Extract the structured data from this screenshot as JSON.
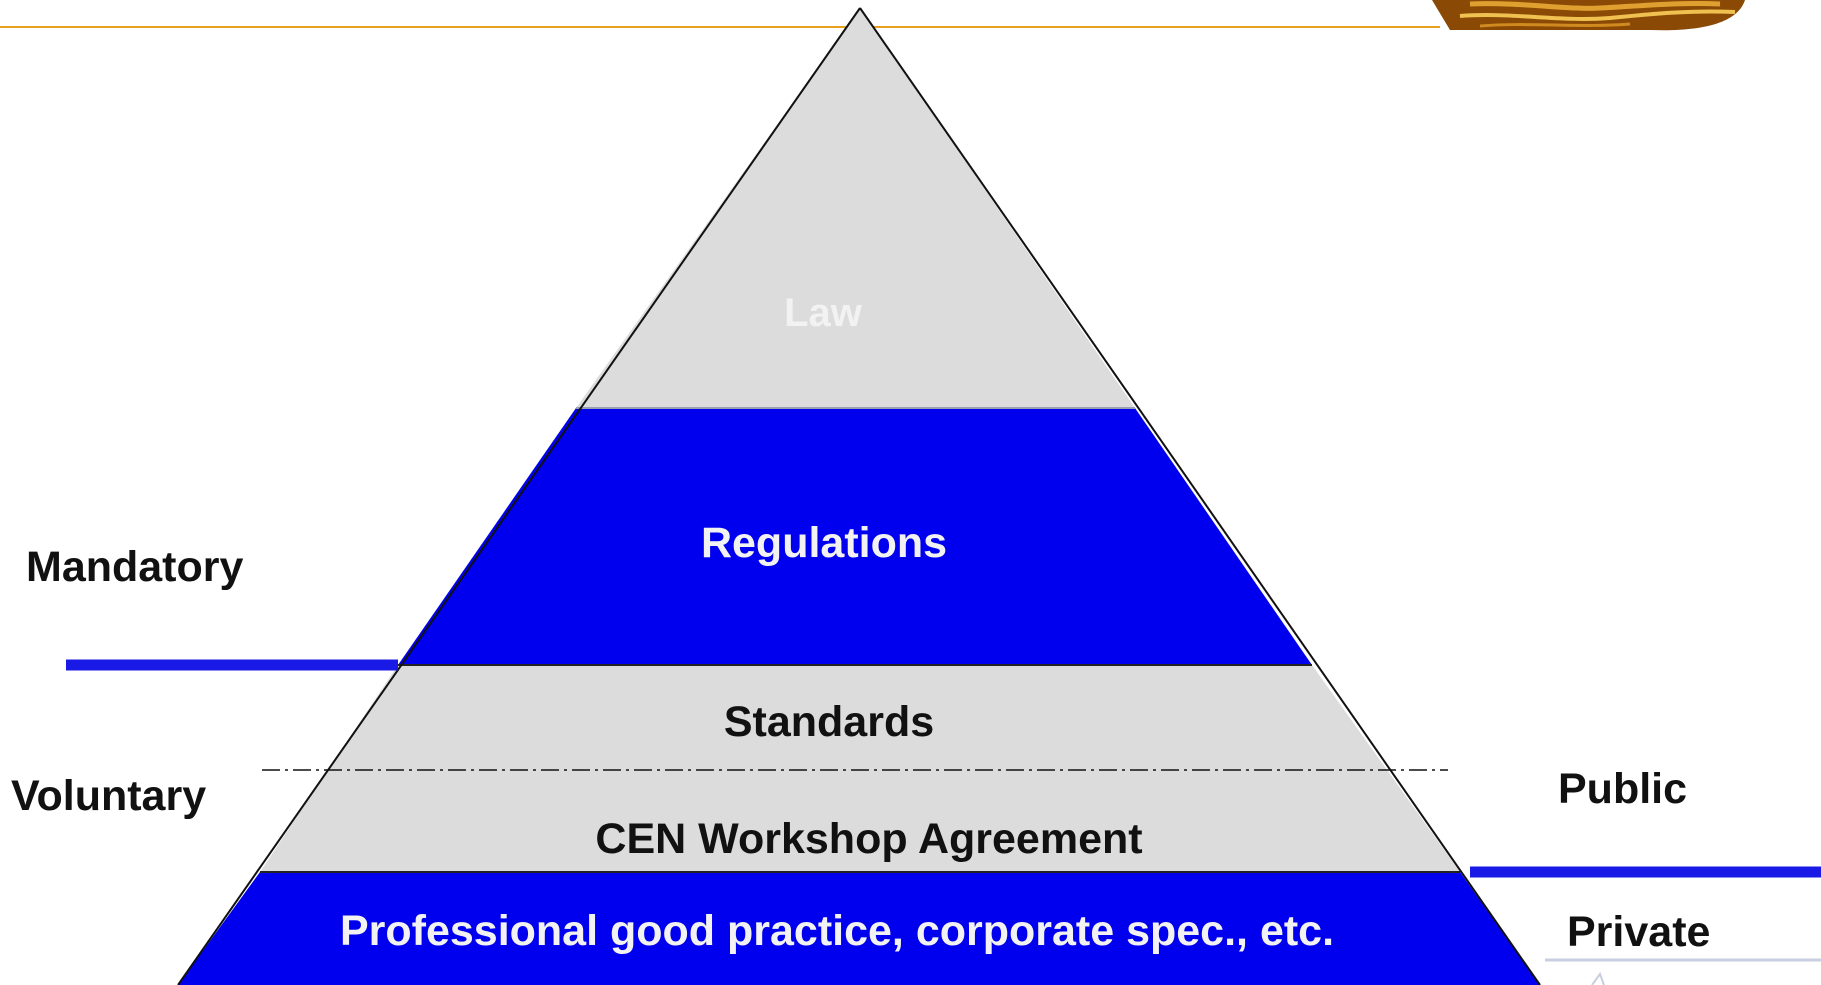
{
  "colors": {
    "gray_fill": "#dcdcdc",
    "blue_fill": "#0000ee",
    "white_text": "#f2f2f2",
    "black_text": "#111111",
    "divider_blue": "#1a1ae6",
    "header_line": "#e8a020",
    "logo_brown": "#8a4a05",
    "logo_gold": "#e0a030"
  },
  "pyramid": {
    "levels": [
      {
        "label": "Law",
        "fill": "gray",
        "text_color": "white"
      },
      {
        "label": "Regulations",
        "fill": "blue",
        "text_color": "white"
      },
      {
        "label": "Standards",
        "fill": "gray",
        "text_color": "black"
      },
      {
        "label": "CEN Workshop Agreement",
        "fill": "gray",
        "text_color": "black"
      },
      {
        "label": "Professional good practice, corporate spec., etc.",
        "fill": "blue",
        "text_color": "white"
      }
    ]
  },
  "side_labels": {
    "mandatory": "Mandatory",
    "voluntary": "Voluntary",
    "public": "Public",
    "private": "Private"
  },
  "logo_icon": "decorative-logo-icon"
}
